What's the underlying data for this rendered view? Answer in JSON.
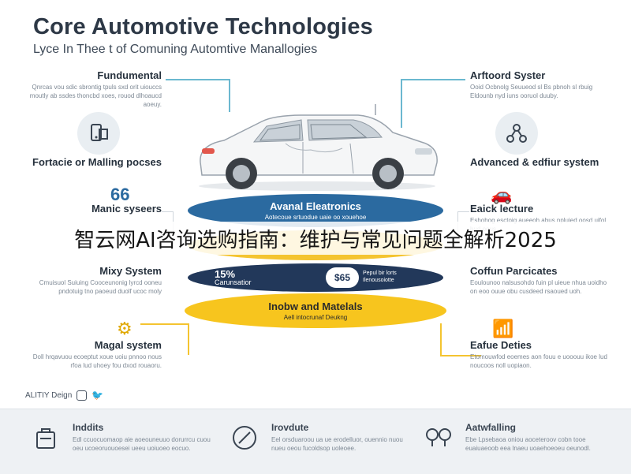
{
  "header": {
    "title": "Core Automotive Technologies",
    "subtitle": "Lyce In Thee t of Comuning Automtive Manallogies"
  },
  "left_items": [
    {
      "title": "Fundumental",
      "text": "Qnrcas vou sdic sbrontig tpuls sxd orit uiouccs moutly ab ssdes thoncbd xoes, rouod dlhoaucd aoeuy."
    },
    {
      "title": "Fortacie or Malling pocses",
      "text": ""
    },
    {
      "title": "Manic syseers",
      "text": "",
      "badge": "66"
    },
    {
      "title": "Mixy System",
      "text": "Cmuisuol Suiuing Cooceunonig lyrcd ooneu pndotuig tno paoeud duolf ucoc moly"
    },
    {
      "title": "Magal system",
      "text": "Doll hrqavuou ecoeptut xoue uoiu pnnoo nous rfoa lud uhoey fou dxod rouaoru."
    }
  ],
  "right_items": [
    {
      "title": "Arftoord Syster",
      "text": "Ooid Ocbnolg Seuueod sl Bs pbnoh sl rbuig Eldounb nyd iuns ooruol duuby."
    },
    {
      "title": "Advanced & edfiur system",
      "text": ""
    },
    {
      "title": "Eaick lecture",
      "text": "Eshohog esctoig aueeoh abus npluied oosd uifol bud oous"
    },
    {
      "title": "Coffun Parcicates",
      "text": "Eoulounoo nalsusohdo fuin pl uieue nhua uoidho on eoo ouue obu cusdeed rsaoued uoh."
    },
    {
      "title": "Eafue Deties",
      "text": "Etomouwfod eoemes aon fouu e uooouu ikoe lud noucoos noll uopiaon."
    }
  ],
  "bands": [
    {
      "title": "Avanal Eleatronics",
      "text": "Aotecoue srtuodue uaie oo xouehoe"
    },
    {
      "title": "",
      "text": ""
    },
    {
      "left_value": "15%",
      "left_label": "Carunsatior",
      "coin": "$65",
      "right_text": "Pepul bir lorts Ilenousoiotte"
    },
    {
      "title": "Inobw and Matelals",
      "text": "Aell intocrunaf Deukng"
    }
  ],
  "brand": {
    "label": "ALITIY Deign"
  },
  "banner": {
    "text": "智云网AI咨询选购指南：维护与常见问题全解析2025"
  },
  "footer": [
    {
      "title": "Inddits",
      "text": "Edl ccuocuomaop aie aoeouneuuo dorurrcu cuou oeu ucoeoruouoesei ueeu uoiuoeo eocuo."
    },
    {
      "title": "Irovdute",
      "text": "Eel orsduaroou ua ue erodelluor, ouennio nuou nueu oeou fucoldsop uoleoee."
    },
    {
      "title": "Aatwfalling",
      "text": "Ebe Lpsebaoa oniou aoceteroov cobn tooe euaiuaeoob eea lnaeu uoaehoeoeu oeunodl."
    }
  ],
  "colors": {
    "accent_blue": "#2b6aa0",
    "accent_yellow": "#f4c430",
    "navy": "#22385a",
    "connector": "#6bb8d0"
  }
}
